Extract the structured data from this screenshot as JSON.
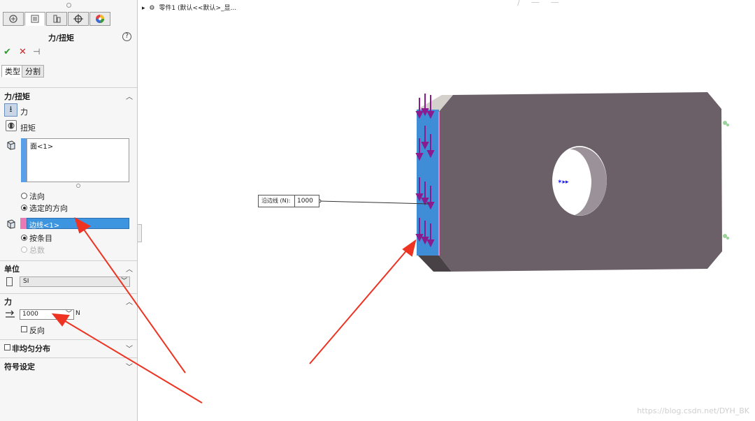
{
  "panel": {
    "title": "力/扭矩",
    "tabs": [
      "feature-manager",
      "property-manager",
      "configuration-manager",
      "dimxpert-manager",
      "display-manager"
    ],
    "help_symbol": "?",
    "actions": {
      "ok_icon": "✔",
      "cancel_icon": "✕",
      "pin_icon": "⊣"
    },
    "subtabs": {
      "type": "类型",
      "split": "分割"
    },
    "force_torque": {
      "section_title": "力/扭矩",
      "force_label": "力",
      "torque_label": "扭矩",
      "selection_entry": "面<1>",
      "dir_normal": "法向",
      "dir_selected": "选定的方向",
      "direction_entry": "边线<1>",
      "per_item": "按条目",
      "total": "总数"
    },
    "units": {
      "section_title": "单位",
      "value": "SI"
    },
    "force": {
      "section_title": "力",
      "value": "1000",
      "unit": "N",
      "reverse_label": "反向"
    },
    "nonuniform": {
      "label": "非均匀分布"
    },
    "symbol": {
      "label": "符号设定"
    }
  },
  "tree": {
    "item": "零件1  (默认<<默认>_显..."
  },
  "ghost_title": "/ — —",
  "callout": {
    "label": "沿边线 (N):",
    "value": "1000"
  },
  "watermark": "https://blog.csdn.net/DYH_BK",
  "colors": {
    "part_face": "#6b6068",
    "part_top": "#d4d0cc",
    "selected_face": "#3f8dd6",
    "force_arrow": "#8a1a8e",
    "annotation_arrow": "#ee3322"
  }
}
